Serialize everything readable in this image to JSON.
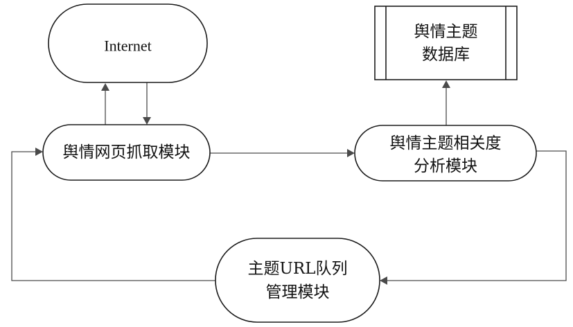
{
  "nodes": {
    "internet": {
      "label": "Internet"
    },
    "database": {
      "lines": [
        "舆情主题",
        "数据库"
      ]
    },
    "crawler": {
      "label": "舆情网页抓取模块"
    },
    "relevance": {
      "lines": [
        "舆情主题相关度",
        "分析模块"
      ]
    },
    "url_queue": {
      "lines": [
        "主题URL队列",
        "管理模块"
      ]
    }
  }
}
